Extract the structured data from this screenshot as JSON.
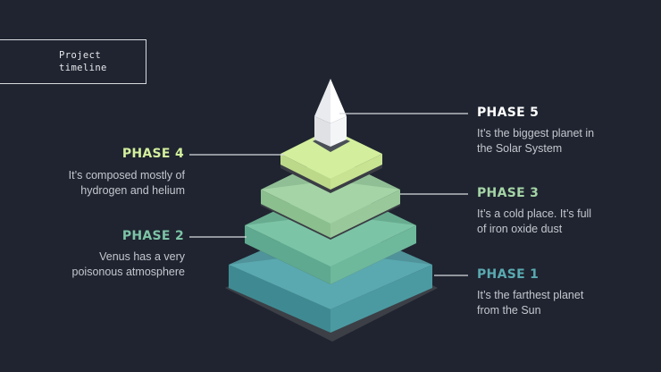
{
  "slide": {
    "title_line1": "Project",
    "title_line2": "timeline"
  },
  "colors": {
    "background": "#1f2430",
    "phase1": "#5aa9b0",
    "phase2": "#7cc4a6",
    "phase3": "#a5d4a6",
    "phase4": "#d3ef9d",
    "phase5": "#ffffff"
  },
  "phases": [
    {
      "id": "phase1",
      "title": "PHASE 1",
      "desc_line1": "It’s the farthest planet",
      "desc_line2": "from the Sun"
    },
    {
      "id": "phase2",
      "title": "PHASE 2",
      "desc_line1": "Venus has a very",
      "desc_line2": "poisonous atmosphere"
    },
    {
      "id": "phase3",
      "title": "PHASE 3",
      "desc_line1": "It’s a cold place. It’s full",
      "desc_line2": "of iron oxide dust"
    },
    {
      "id": "phase4",
      "title": "PHASE 4",
      "desc_line1": "It’s composed mostly of",
      "desc_line2": "hydrogen and helium"
    },
    {
      "id": "phase5",
      "title": "PHASE 5",
      "desc_line1": "It’s the biggest planet in",
      "desc_line2": "the Solar System"
    }
  ]
}
